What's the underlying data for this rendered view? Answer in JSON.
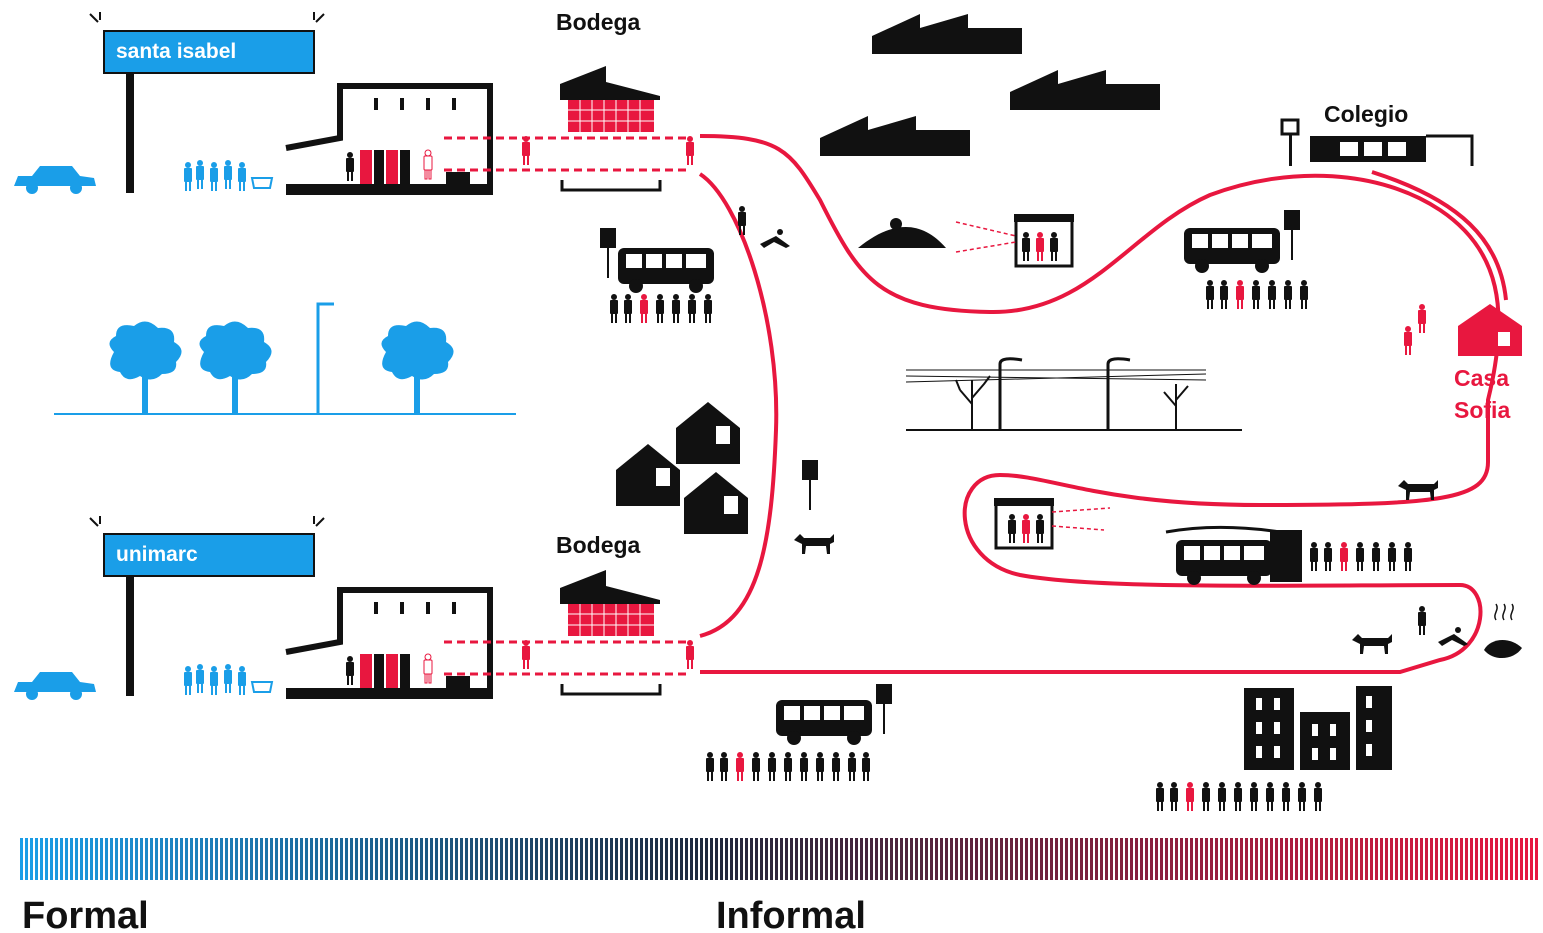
{
  "signs": {
    "top": "santa isabel",
    "bottom": "unimarc"
  },
  "places": {
    "bodega_top": "Bodega",
    "bodega_bottom": "Bodega",
    "colegio": "Colegio",
    "casa_sofia_line1": "Casa",
    "casa_sofia_line2": "Sofia"
  },
  "scale": {
    "left_label": "Formal",
    "center_label": "Informal"
  },
  "colors": {
    "formal_blue": "#1a9ee8",
    "informal_red": "#e8173f",
    "ink": "#111111"
  }
}
